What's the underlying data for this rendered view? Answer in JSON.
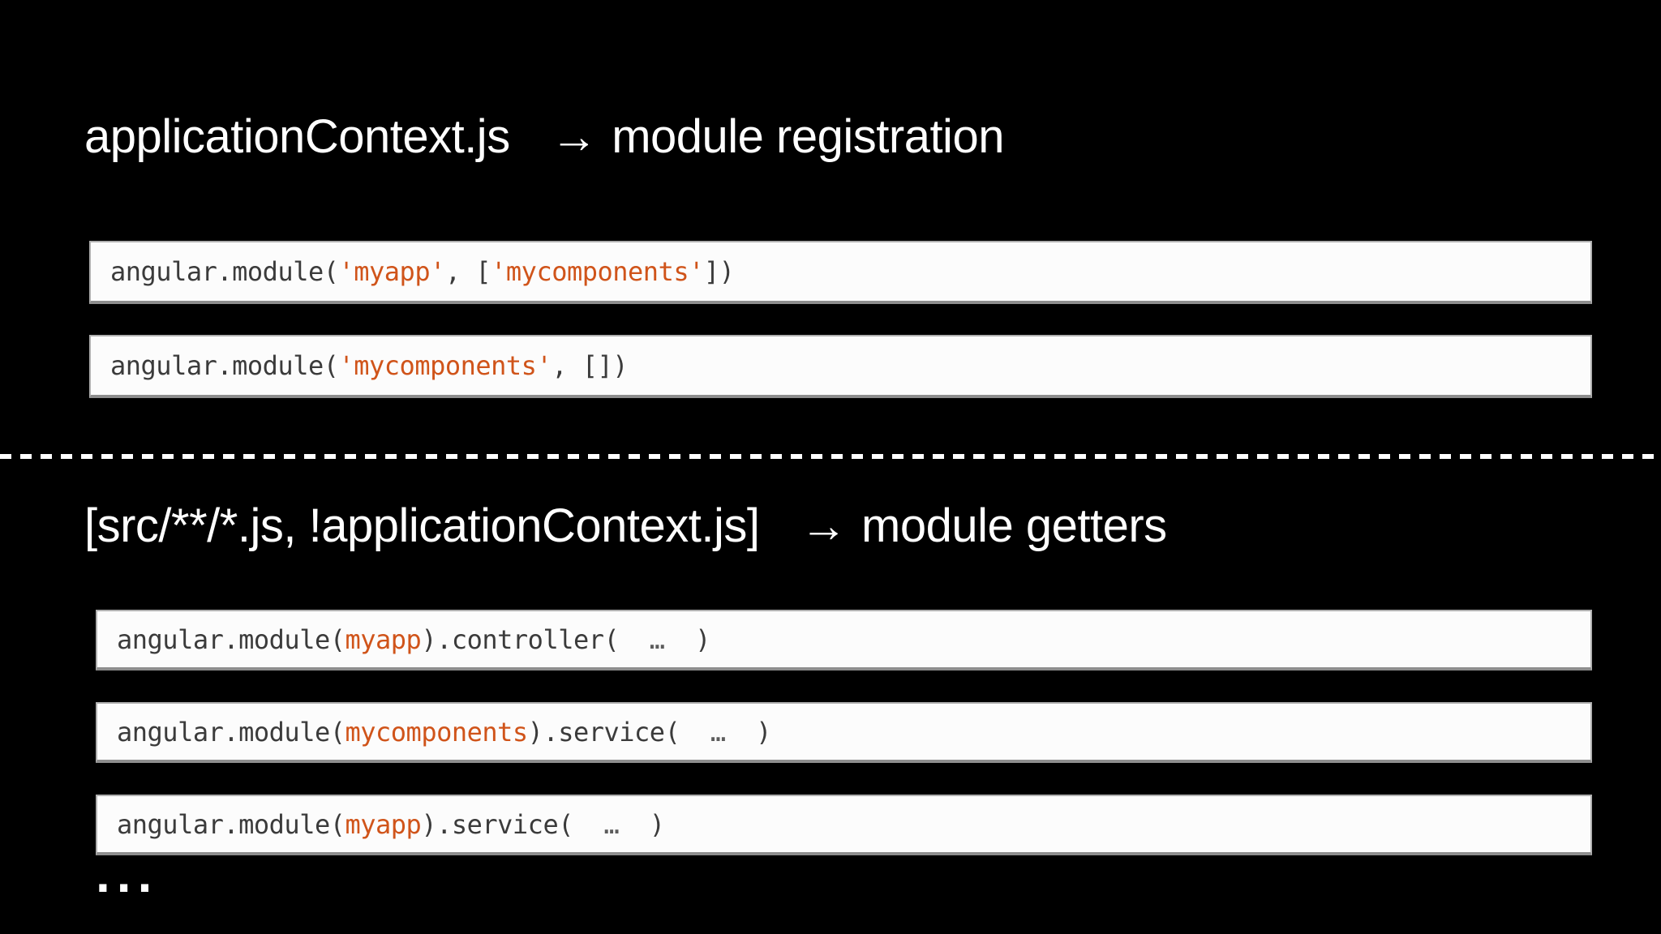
{
  "colors": {
    "background": "#000000",
    "heading_text": "#ffffff",
    "code_text": "#3b3b3b",
    "string_accent": "#d0541a",
    "box_background": "#fcfcfc",
    "box_border": "#b0b0b0",
    "divider": "#ffffff"
  },
  "sections": [
    {
      "heading": {
        "file": "applicationContext.js",
        "arrow": "→",
        "label": "module registration"
      },
      "boxes": [
        {
          "segments": [
            "angular.module(",
            "'myapp'",
            ", [",
            "'mycomponents'",
            "])"
          ]
        },
        {
          "segments": [
            "angular.module(",
            "'mycomponents'",
            ", [])"
          ]
        }
      ]
    },
    {
      "heading": {
        "file": "[src/**/*.js, !applicationContext.js]",
        "arrow": "→",
        "label": "module getters"
      },
      "boxes": [
        {
          "segments": [
            "angular.module(",
            "myapp",
            ").controller(  ",
            "…",
            "  )"
          ]
        },
        {
          "segments": [
            "angular.module(",
            "mycomponents",
            ").service(  ",
            "…",
            "  )"
          ]
        },
        {
          "segments": [
            "angular.module(",
            "myapp",
            ").service(  ",
            "…",
            "  )"
          ]
        }
      ]
    }
  ],
  "footer_ellipsis": "..."
}
